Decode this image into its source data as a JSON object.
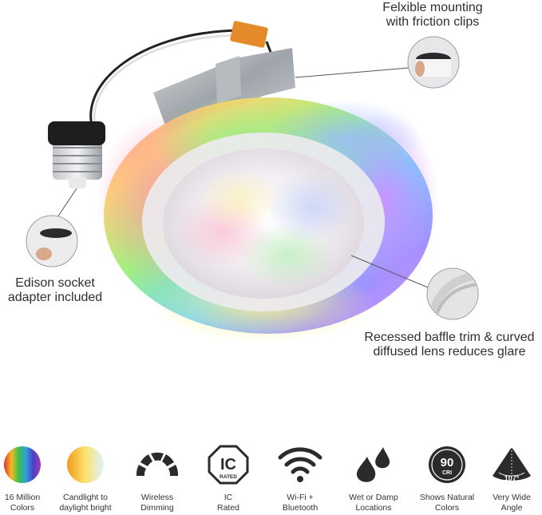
{
  "callouts": {
    "mounting": {
      "line1": "Felxible mounting",
      "line2": "with friction clips"
    },
    "socket": {
      "line1": "Edison socket",
      "line2": "adapter included"
    },
    "baffle": {
      "line1": "Recessed baffle trim & curved",
      "line2": "diffused lens reduces glare"
    }
  },
  "features": [
    {
      "icon": "rainbow-circle-icon",
      "line1": "16 Million",
      "line2": "Colors"
    },
    {
      "icon": "warm-gradient-circle-icon",
      "line1": "Candlight to",
      "line2": "daylight bright"
    },
    {
      "icon": "dimming-gauge-icon",
      "line1": "Wireless",
      "line2": "Dimming"
    },
    {
      "icon": "ic-rated-octagon-icon",
      "badge": "IC",
      "badge_sub": "RATED",
      "line1": "IC",
      "line2": "Rated"
    },
    {
      "icon": "wifi-icon",
      "line1": "Wi-Fi +",
      "line2": "Bluetooth"
    },
    {
      "icon": "water-drops-icon",
      "line1": "Wet or Damp",
      "line2": "Locations"
    },
    {
      "icon": "cri-badge-icon",
      "badge": "90",
      "badge_sub": "CRI",
      "line1": "Shows Natural",
      "line2": "Colors"
    },
    {
      "icon": "beam-angle-icon",
      "badge": "107°",
      "line1": "Very Wide",
      "line2": "Angle"
    }
  ]
}
